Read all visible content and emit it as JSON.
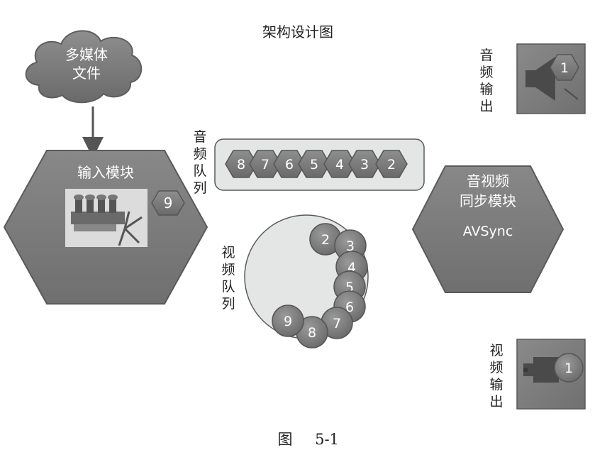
{
  "title": "架构设计图",
  "source": {
    "label": "多媒体文件",
    "line1": "多媒体",
    "line2": "文件"
  },
  "input_module": {
    "label": "输入模块",
    "packet": "9"
  },
  "audio_queue": {
    "label": "音频队列",
    "label_chars": [
      "音",
      "频",
      "队",
      "列"
    ],
    "items": [
      "8",
      "7",
      "6",
      "5",
      "4",
      "3",
      "2"
    ]
  },
  "video_queue": {
    "label": "视频队列",
    "label_chars": [
      "视",
      "频",
      "队",
      "列"
    ],
    "items": [
      "2",
      "3",
      "4",
      "5",
      "6",
      "7",
      "8",
      "9"
    ]
  },
  "sync_module": {
    "line1": "音视频",
    "line2": "同步模块",
    "line3": "AVSync"
  },
  "audio_output": {
    "label": "音频输出",
    "label_chars": [
      "音",
      "频",
      "输",
      "出"
    ],
    "packet": "1",
    "icon": "speaker-icon"
  },
  "video_output": {
    "label": "视频输出",
    "label_chars": [
      "视",
      "频",
      "输",
      "出"
    ],
    "packet": "1",
    "icon": "camera-icon"
  },
  "caption": {
    "prefix": "图",
    "number": "5-1"
  },
  "colors": {
    "shape_fill": "#7d7d7d",
    "shape_dark": "#555555",
    "panel_fill": "#e4e6e6",
    "panel_stroke": "#5a5a5a",
    "text_light": "#ffffff",
    "text_dark": "#222222"
  }
}
